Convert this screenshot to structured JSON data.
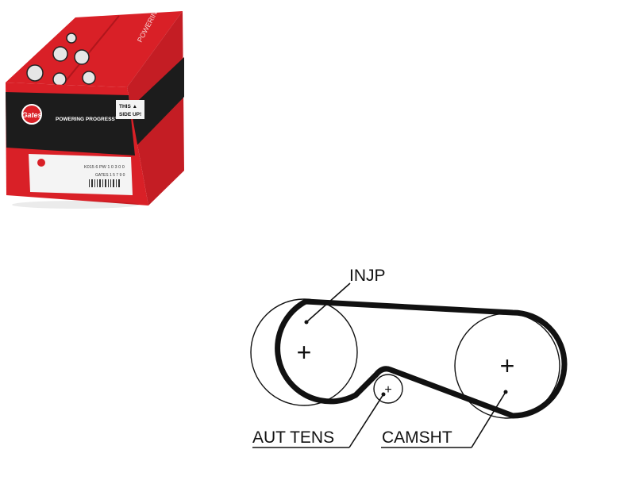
{
  "product_box": {
    "brand": "Gates",
    "slogan": "POWERING PROGRESS™",
    "orientation_line1": "THIS ▲",
    "orientation_line2": "SIDE UP!",
    "label_code": "K015 6 PW 1 0 3 0 0",
    "label_code2": "GATES 1 5 7 9 0",
    "colors": {
      "red": "#d92027",
      "dark": "#1c1c1c",
      "white": "#f4f4f4"
    }
  },
  "diagram": {
    "labels": {
      "injp": "INJP",
      "aut_tens": "AUT TENS",
      "camsht": "CAMSHT"
    },
    "center_mark": "+"
  }
}
